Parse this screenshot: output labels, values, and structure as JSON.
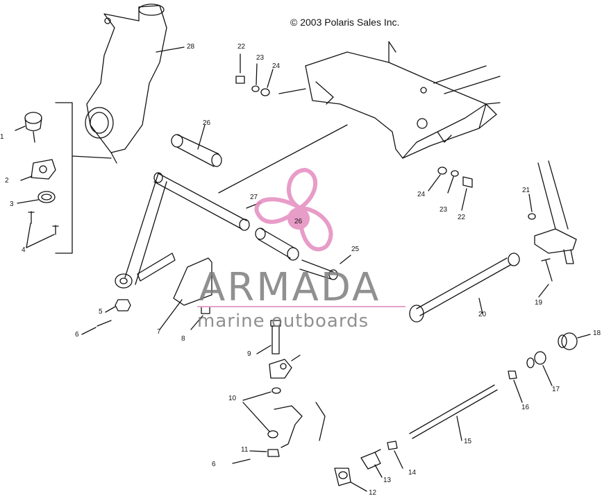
{
  "copyright": "© 2003 Polaris Sales Inc.",
  "watermark": {
    "title": "ARMADA",
    "subtitle": "marine outboards",
    "accent_color": "#e48bbf",
    "text_color": "#7d7d7d"
  },
  "callouts": {
    "c1": "1",
    "c2": "2",
    "c3": "3",
    "c4": "4",
    "c5": "5",
    "c6a": "6",
    "c6b": "6",
    "c7": "7",
    "c8": "8",
    "c9": "9",
    "c10": "10",
    "c11": "11",
    "c12": "12",
    "c13": "13",
    "c14": "14",
    "c15": "15",
    "c16": "16",
    "c17": "17",
    "c18": "18",
    "c19": "19",
    "c20": "20",
    "c21": "21",
    "c22a": "22",
    "c22b": "22",
    "c23a": "23",
    "c23b": "23",
    "c24a": "24",
    "c24b": "24",
    "c25": "25",
    "c26a": "26",
    "c26b": "26",
    "c27": "27",
    "c28": "28"
  }
}
